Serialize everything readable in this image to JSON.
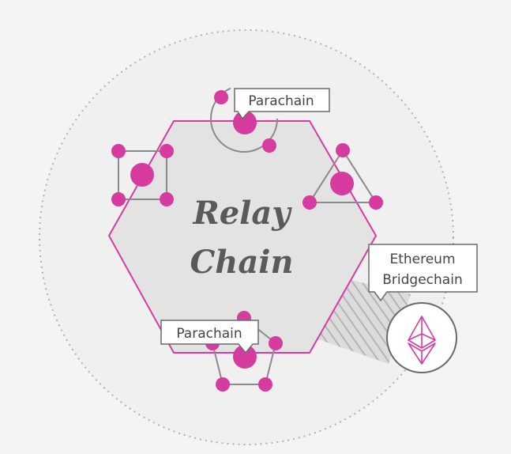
{
  "relay_chain": {
    "title_line1": "Relay",
    "title_line2": "Chain"
  },
  "callouts": {
    "parachain_top": "Parachain",
    "parachain_bottom": "Parachain",
    "ethereum_line1": "Ethereum",
    "ethereum_line2": "Bridgechain"
  },
  "icons": {
    "ethereum": "ethereum-icon"
  },
  "colors": {
    "accent": "#d63ca0",
    "hexagon_fill": "#e3e3e3",
    "connector": "#8a8a8a",
    "background": "#f4f4f4",
    "outer_circle_fill": "#f0f0f0"
  }
}
